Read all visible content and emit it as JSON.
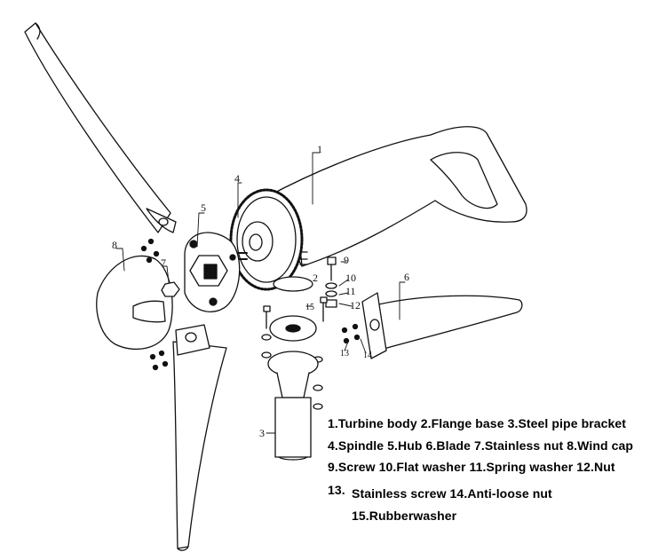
{
  "callouts": {
    "c1": "1",
    "c2": "2",
    "c3": "3",
    "c4": "4",
    "c5": "5",
    "c6": "6",
    "c7": "7",
    "c8": "8",
    "c9": "9",
    "c10": "10",
    "c11": "11",
    "c12": "12",
    "c13": "13",
    "c14": "14",
    "c15": "15"
  },
  "legend": {
    "line1": "1.Turbine body  2.Flange base 3.Steel pipe bracket",
    "line2": "4.Spindle  5.Hub  6.Blade 7.Stainless nut 8.Wind cap",
    "line3": "9.Screw  10.Flat washer  11.Spring washer  12.Nut",
    "line4_num": "13.",
    "line4_text": "Stainless screw 14.Anti-loose nut",
    "line5": "15.Rubberwasher"
  }
}
